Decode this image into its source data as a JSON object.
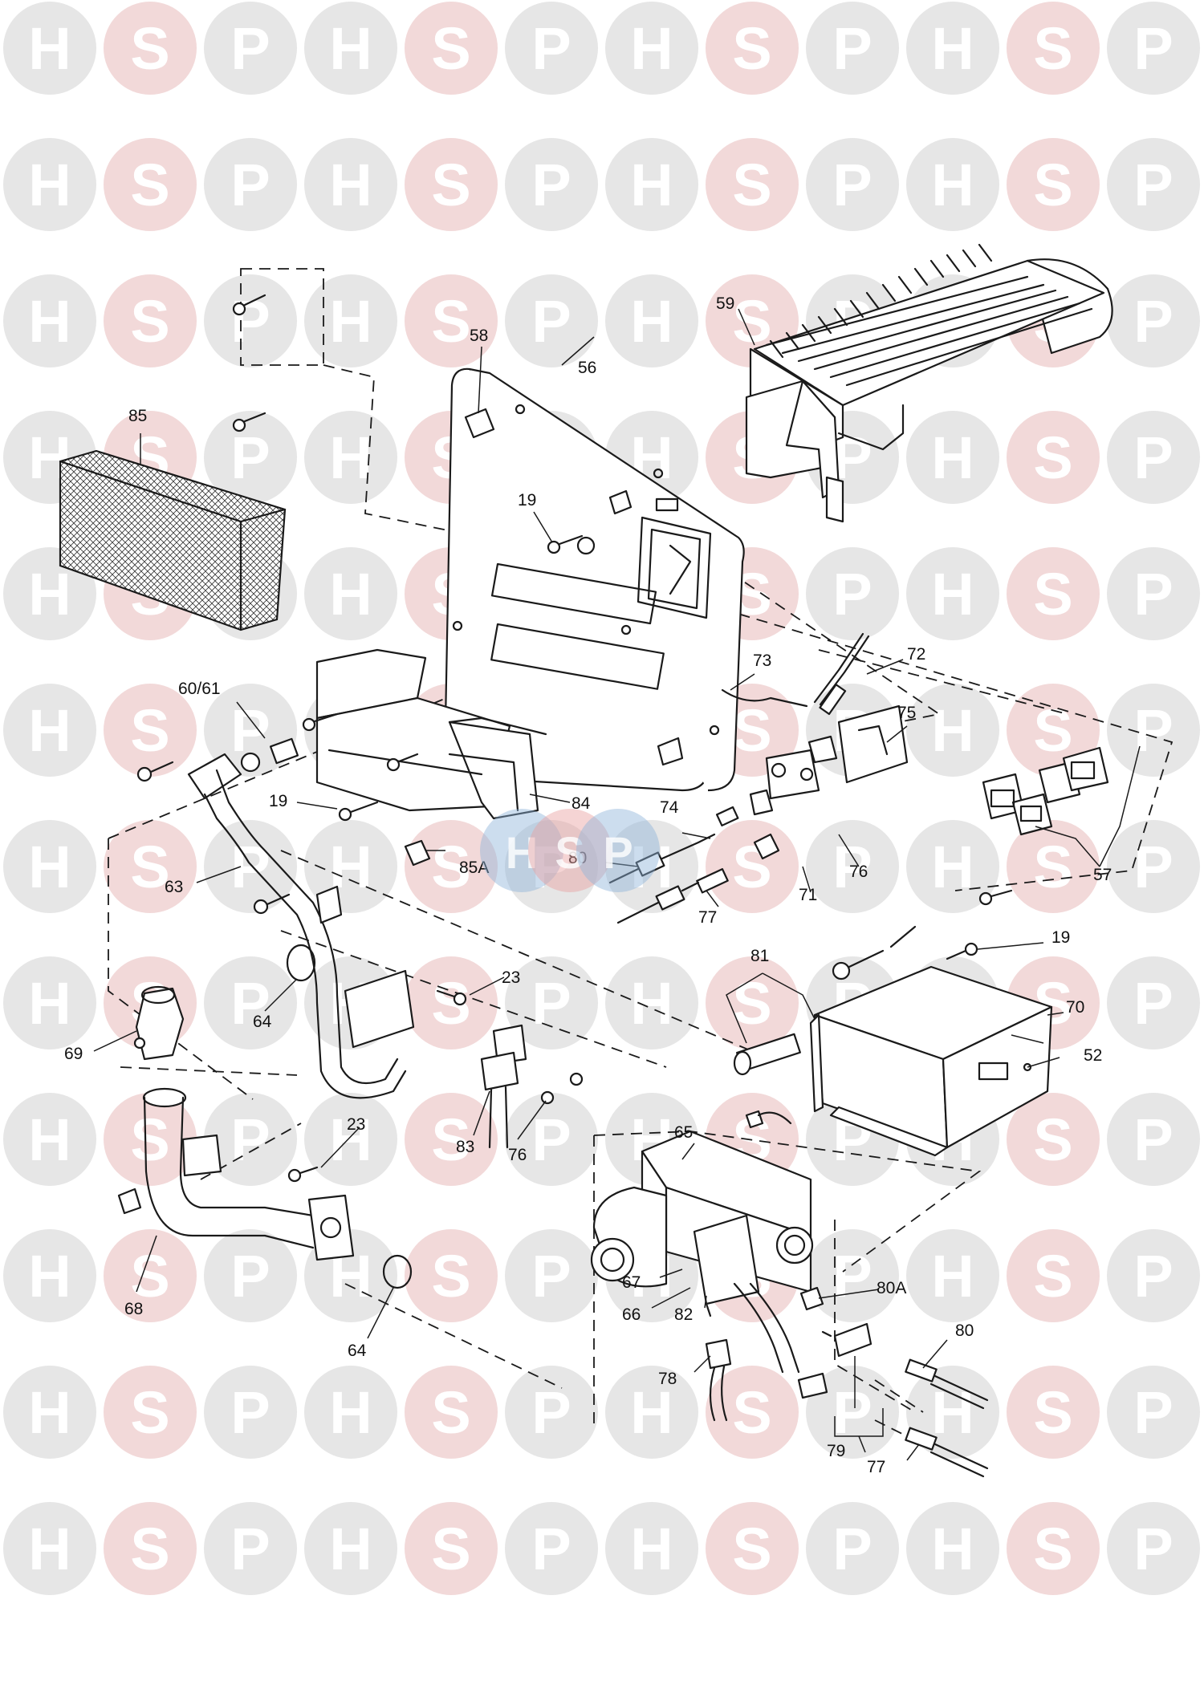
{
  "watermark": {
    "letters": [
      "H",
      "S",
      "P"
    ],
    "circle_colors": [
      "#e6e6e6",
      "#f2d9d9",
      "#e6e6e6"
    ],
    "letter_color": "#ffffff",
    "center_logo_colors": [
      "#8fb3d9",
      "#e8a0a0",
      "#8fb3d9"
    ]
  },
  "callouts": {
    "c19a": "19",
    "c19b": "19",
    "c19c": "19",
    "c23a": "23",
    "c23b": "23",
    "c52": "52",
    "c56": "56",
    "c57": "57",
    "c58": "58",
    "c59": "59",
    "c6061": "60/61",
    "c63": "63",
    "c64a": "64",
    "c64b": "64",
    "c65": "65",
    "c66": "66",
    "c67": "67",
    "c68": "68",
    "c69": "69",
    "c70": "70",
    "c71": "71",
    "c72": "72",
    "c73": "73",
    "c74": "74",
    "c75": "75",
    "c76a": "76",
    "c76b": "76",
    "c77a": "77",
    "c77b": "77",
    "c78": "78",
    "c79": "79",
    "c80a": "80",
    "c80b": "80",
    "c80A": "80A",
    "c81": "81",
    "c82": "82",
    "c83": "83",
    "c84": "84",
    "c85": "85",
    "c85A": "85A"
  }
}
